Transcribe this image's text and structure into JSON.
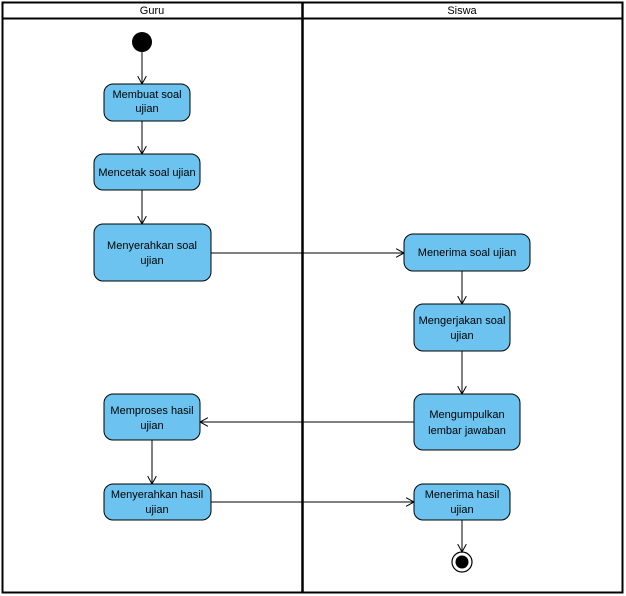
{
  "lanes": [
    {
      "id": "guru",
      "label": "Guru"
    },
    {
      "id": "siswa",
      "label": "Siswa"
    }
  ],
  "activities": [
    {
      "id": "membuat-soal",
      "lane": "guru",
      "lines": [
        "Membuat soal",
        "ujian"
      ]
    },
    {
      "id": "mencetak-soal",
      "lane": "guru",
      "lines": [
        "Mencetak soal ujian"
      ]
    },
    {
      "id": "menyerahkan-soal",
      "lane": "guru",
      "lines": [
        "Menyerahkan soal",
        "ujian"
      ]
    },
    {
      "id": "menerima-soal",
      "lane": "siswa",
      "lines": [
        "Menerima soal ujian"
      ]
    },
    {
      "id": "mengerjakan-soal",
      "lane": "siswa",
      "lines": [
        "Mengerjakan soal",
        "ujian"
      ]
    },
    {
      "id": "mengumpulkan-lembar",
      "lane": "siswa",
      "lines": [
        "Mengumpulkan",
        "lembar jawaban"
      ]
    },
    {
      "id": "memproses-hasil",
      "lane": "guru",
      "lines": [
        "Memproses hasil",
        "ujian"
      ]
    },
    {
      "id": "menyerahkan-hasil",
      "lane": "guru",
      "lines": [
        "Menyerahkan hasil",
        "ujian"
      ]
    },
    {
      "id": "menerima-hasil",
      "lane": "siswa",
      "lines": [
        "Menerima hasil",
        "ujian"
      ]
    }
  ],
  "flows": [
    {
      "from": "start",
      "to": "membuat-soal"
    },
    {
      "from": "membuat-soal",
      "to": "mencetak-soal"
    },
    {
      "from": "mencetak-soal",
      "to": "menyerahkan-soal"
    },
    {
      "from": "menyerahkan-soal",
      "to": "menerima-soal"
    },
    {
      "from": "menerima-soal",
      "to": "mengerjakan-soal"
    },
    {
      "from": "mengerjakan-soal",
      "to": "mengumpulkan-lembar"
    },
    {
      "from": "mengumpulkan-lembar",
      "to": "memproses-hasil"
    },
    {
      "from": "memproses-hasil",
      "to": "menyerahkan-hasil"
    },
    {
      "from": "menyerahkan-hasil",
      "to": "menerima-hasil"
    },
    {
      "from": "menerima-hasil",
      "to": "end"
    }
  ],
  "colors": {
    "activity_fill": "#6cc3ef",
    "outline": "#000000",
    "background": "#ffffff"
  }
}
